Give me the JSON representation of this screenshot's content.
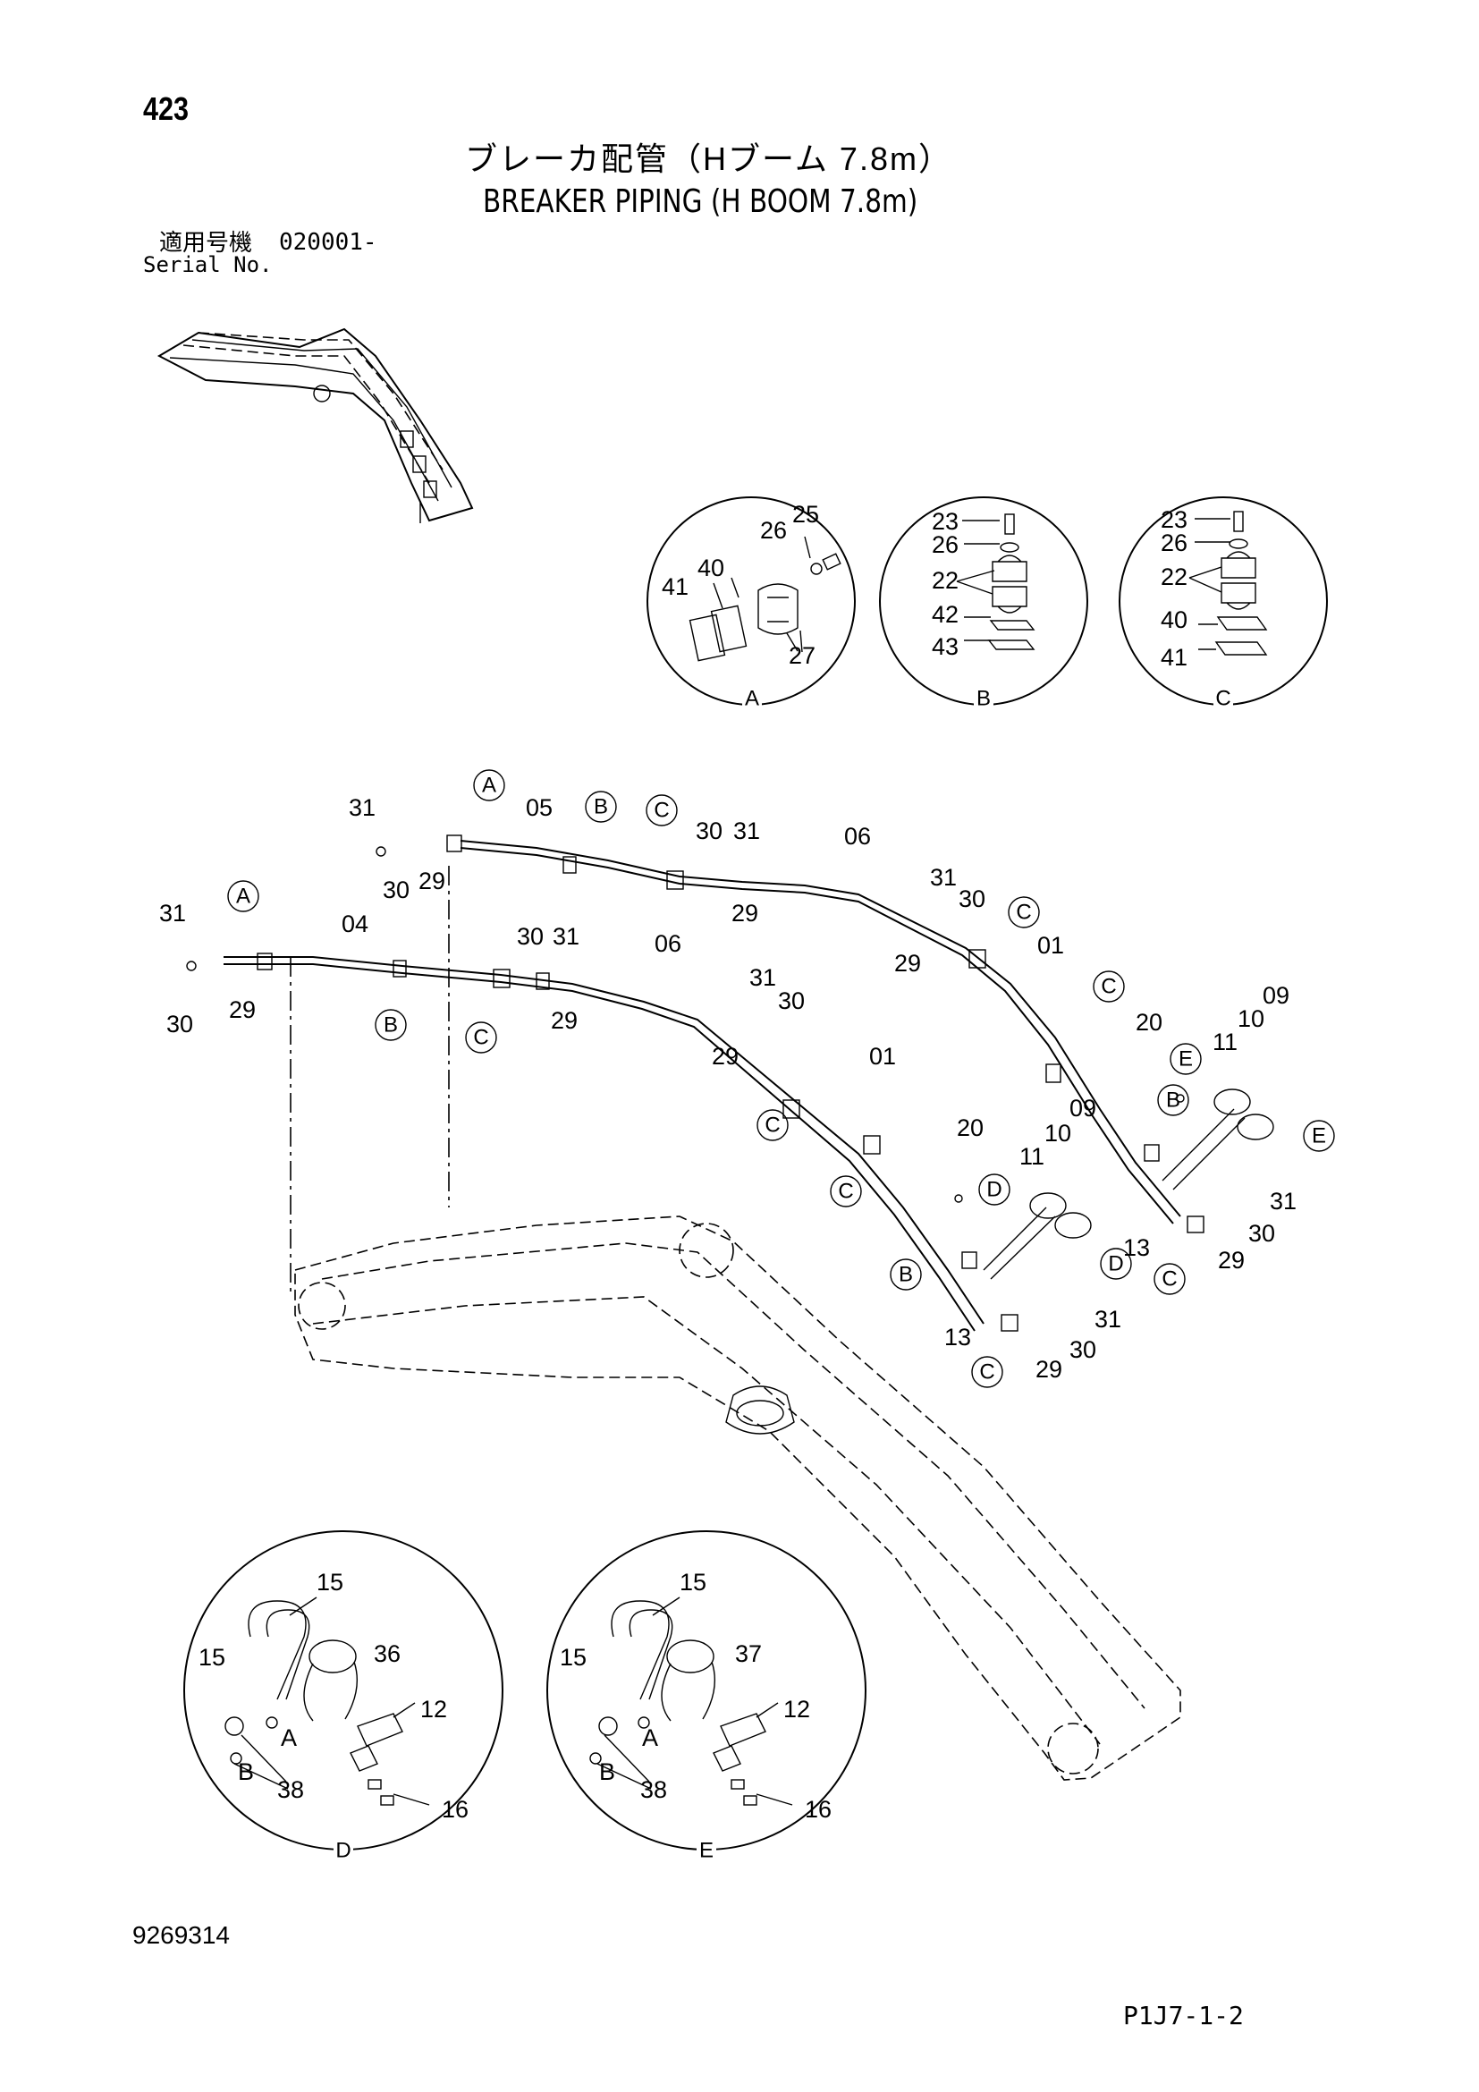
{
  "header": {
    "page_number": "423",
    "title_jp": "ブレーカ配管（Hブーム 7.8m）",
    "title_en": "BREAKER PIPING (H BOOM 7.8m)",
    "serial_label_jp": "適用号機",
    "serial_range": "020001-",
    "serial_label_en": "Serial No."
  },
  "footer": {
    "document_number": "9269314",
    "page_code": "P1J7-1-2"
  },
  "detail_views": {
    "A": {
      "letter": "A",
      "parts": [
        "25",
        "26",
        "40",
        "41",
        "27"
      ]
    },
    "B": {
      "letter": "B",
      "parts": [
        "23",
        "26",
        "22",
        "42",
        "43"
      ]
    },
    "C": {
      "letter": "C",
      "parts": [
        "23",
        "26",
        "22",
        "40",
        "41"
      ]
    },
    "D": {
      "letter": "D",
      "parts": [
        "15",
        "15",
        "36",
        "12",
        "A",
        "B",
        "38",
        "16"
      ]
    },
    "E": {
      "letter": "E",
      "parts": [
        "15",
        "15",
        "37",
        "12",
        "A",
        "B",
        "38",
        "16"
      ]
    }
  },
  "callouts": {
    "A": "A",
    "B": "B",
    "C": "C",
    "D": "D",
    "E": "E"
  },
  "main_labels": {
    "p01": "01",
    "p04": "04",
    "p05": "05",
    "p06": "06",
    "p09": "09",
    "p10": "10",
    "p11": "11",
    "p13": "13",
    "p20": "20",
    "p29": "29",
    "p30": "30",
    "p31": "31"
  },
  "icons": {
    "callout_marker": "circle-letter-callout-icon",
    "clamp": "pipe-clamp-icon",
    "bolt": "bolt-icon",
    "washer": "washer-icon"
  }
}
